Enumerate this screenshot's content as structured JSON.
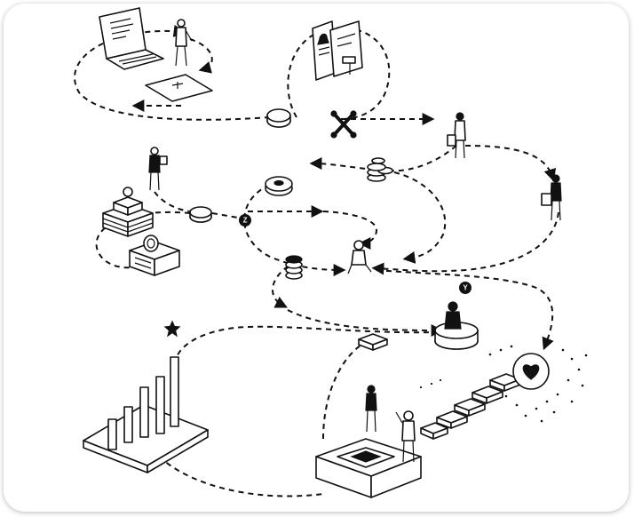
{
  "illustration": {
    "style": "black line isometric illustration",
    "accent_color": "#111111",
    "background_color": "#ffffff",
    "markers": [
      {
        "id": "marker-z",
        "text": "Z"
      },
      {
        "id": "marker-y",
        "text": "Y"
      }
    ],
    "icons": [
      "laptop-icon",
      "paper-sheet-icon",
      "person-icon",
      "smartphone-icon",
      "door-icon",
      "button-disc-icon",
      "crossed-tools-icon",
      "shopping-person-icon",
      "coin-stack-icon",
      "robot-vacuum-icon",
      "sitting-person-icon",
      "layered-cake-icon",
      "gift-box-icon",
      "bar-chart-icon",
      "star-icon",
      "heart-icon",
      "stepping-stones-icon",
      "platform-box-icon",
      "reading-person-icon"
    ]
  }
}
